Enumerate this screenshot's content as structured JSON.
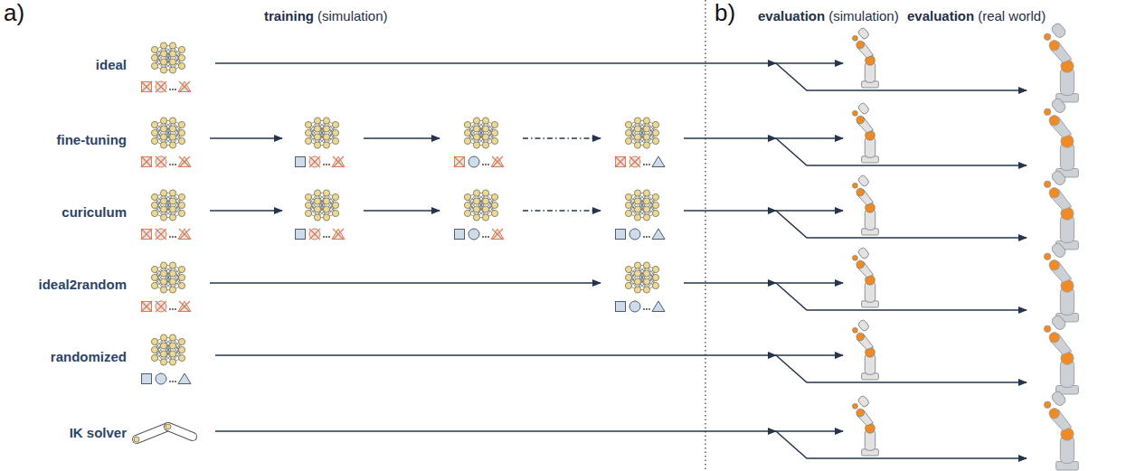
{
  "diagram": {
    "labels": [
      "a)",
      "training",
      "(simulation)",
      "b)",
      "evaluation",
      "(simulation)",
      "evaluation",
      "(real world)",
      "ideal",
      "fine-tuning",
      "curiculum",
      "ideal2random",
      "randomized",
      "IK solver"
    ]
  }
}
